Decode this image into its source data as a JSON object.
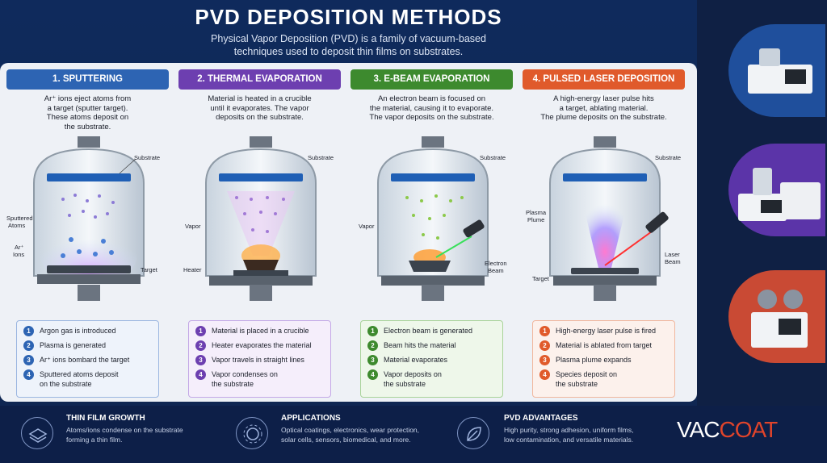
{
  "header": {
    "title": "PVD DEPOSITION METHODS",
    "subtitle_line1": "Physical Vapor Deposition (PVD) is a family of vacuum-based",
    "subtitle_line2": "techniques used to deposit thin films on substrates."
  },
  "colors": {
    "sputtering": "#2d64b3",
    "thermal": "#6d3fb0",
    "ebeam": "#3d8a2e",
    "pld": "#e05a2b"
  },
  "cards": [
    {
      "title": "1. SPUTTERING",
      "desc1": "Ar⁺ ions eject atoms from",
      "desc2": "a target (sputter target).",
      "desc3": "These atoms deposit on",
      "desc4": "the substrate.",
      "labels": {
        "substrate": "Substrate",
        "a": "Sputtered",
        "a2": "Atoms",
        "b": "Ar⁺",
        "b2": "Ions",
        "c": "Target"
      },
      "steps": [
        "Argon gas is introduced",
        "Plasma is generated",
        "Ar⁺ ions bombard the target",
        "Sputtered atoms deposit",
        "on the substrate"
      ]
    },
    {
      "title": "2. THERMAL EVAPORATION",
      "desc1": "Material is heated in a crucible",
      "desc2": "until it evaporates. The vapor",
      "desc3": "deposits on the substrate.",
      "desc4": "",
      "labels": {
        "substrate": "Substrate",
        "a": "Vapor",
        "c": "Heater"
      },
      "steps": [
        "Material is placed in a crucible",
        "Heater evaporates the material",
        "Vapor travels in straight lines",
        "Vapor condenses on",
        "the substrate"
      ]
    },
    {
      "title": "3. E-BEAM EVAPORATION",
      "desc1": "An electron beam is focused on",
      "desc2": "the material, causing it to evaporate.",
      "desc3": "The vapor deposits on the substrate.",
      "desc4": "",
      "labels": {
        "substrate": "Substrate",
        "a": "Vapor",
        "c": "Electron",
        "c2": "Beam"
      },
      "steps": [
        "Electron beam is generated",
        "Beam hits the material",
        "Material evaporates",
        "Vapor deposits on",
        "the substrate"
      ]
    },
    {
      "title": "4. PULSED LASER DEPOSITION (PLD)",
      "desc1": "A high-energy laser pulse hits",
      "desc2": "a target, ablating material.",
      "desc3": "The plume deposits on the substrate.",
      "desc4": "",
      "labels": {
        "substrate": "Substrate",
        "a": "Plasma",
        "a2": "Plume",
        "c": "Laser",
        "c2": "Beam",
        "d": "Target"
      },
      "steps": [
        "High-energy laser pulse is fired",
        "Material is ablated from target",
        "Plasma plume expands",
        "Species deposit on",
        "the substrate"
      ]
    }
  ],
  "footer": {
    "growth_title": "THIN FILM GROWTH",
    "growth_text1": "Atoms/ions condense on the substrate",
    "growth_text2": "forming a thin film.",
    "apps_title": "APPLICATIONS",
    "apps_text1": "Optical coatings, electronics, wear protection,",
    "apps_text2": "solar cells, sensors, biomedical, and more.",
    "adv_title": "PVD ADVANTAGES",
    "adv_text1": "High purity, strong adhesion, uniform films,",
    "adv_text2": "low contamination, and versatile materials.",
    "logo_a": "VAC",
    "logo_b": "COAT"
  }
}
